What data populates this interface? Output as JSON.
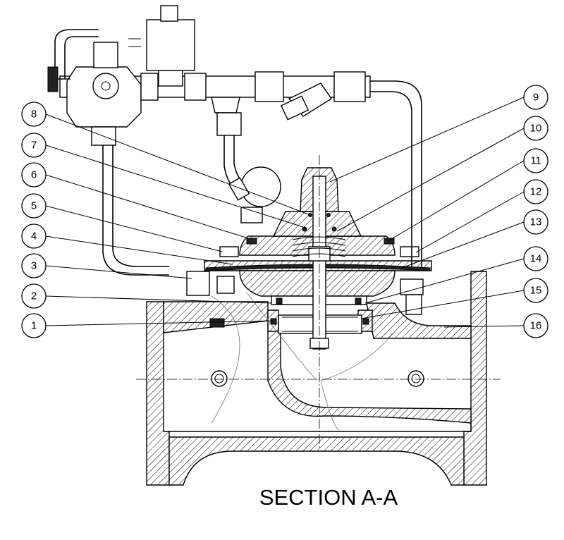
{
  "title": "SECTION A-A",
  "callouts": [
    "1",
    "2",
    "3",
    "4",
    "5",
    "6",
    "7",
    "8",
    "9",
    "10",
    "11",
    "12",
    "13",
    "14",
    "15",
    "16"
  ]
}
